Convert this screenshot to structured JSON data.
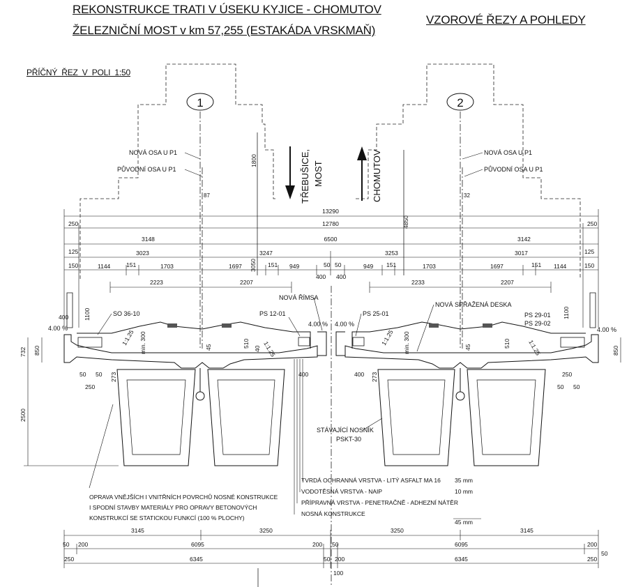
{
  "titles": {
    "line1": "REKONSTRUKCE TRATI V ÚSEKU KYJICE - CHOMUTOV",
    "line2": "ŽELEZNIČNÍ MOST v km 57,255 (ESTAKÁDA VRSKMAŇ)",
    "right": "VZOROVÉ ŘEZY A POHLEDY",
    "section": "PŘÍČNÝ ŘEZ V POLI    1:50"
  },
  "tracks": {
    "t1": "1",
    "t2": "2"
  },
  "axis_labels": {
    "new_axis": "NOVÁ OSA U P1",
    "orig_axis": "PŮVODNÍ OSA U P1",
    "off1": "87",
    "off2": "32"
  },
  "directions": {
    "trebusice1": "TŘEBUŠICE,",
    "trebusice2": "MOST",
    "chomutov": "CHOMUTOV"
  },
  "top_dims": {
    "d13290": "13290",
    "d12780": "12780",
    "d250": "250",
    "d3148": "3148",
    "d6500": "6500",
    "d3142": "3142",
    "d125": "125",
    "d3023": "3023",
    "d3247": "3247",
    "d3253": "3253",
    "d3017": "3017",
    "d150": "150",
    "d1144": "1144",
    "d151": "151",
    "d1703": "1703",
    "d1697": "1697",
    "d949": "949",
    "d50": "50",
    "d400": "400",
    "d2223": "2223",
    "d2207": "2207",
    "d2233": "2233",
    "d1800": "1800",
    "d4850": "4850",
    "d3050": "3050",
    "d1100": "1100"
  },
  "callouts": {
    "so": "SO 36-10",
    "ps12": "PS 12-01",
    "rimsa": "NOVÁ ŘÍMSA",
    "ps25": "PS 25-01",
    "deska": "NOVÁ SPŘAŽENÁ DESKA",
    "ps29a": "PS 29-01",
    "ps29b": "PS 29-02",
    "slope": "4.00 %",
    "nosnik1": "STÁVAJÍCÍ NOSNÍK",
    "nosnik2": "PSKT-30"
  },
  "structure_dims": {
    "d732": "732",
    "d850": "850",
    "d2500": "2500",
    "d273": "273",
    "d510": "510",
    "d45": "45",
    "d40": "40",
    "d300": "min. 300",
    "d125s": "1:1.25",
    "d400": "400"
  },
  "notes": {
    "repair1": "OPRAVA VNĚJŠÍCH I VNITŘNÍCH POVRCHŮ NOSNÉ KONSTRUKCE",
    "repair2": "I SPODNÍ STAVBY MATERIÁLY PRO OPRAVY BETONOVÝCH",
    "repair3": "KONSTRUKCÍ SE STATICKOU FUNKCÍ (100 % PLOCHY)",
    "layer1": "TVRDÁ OCHRANNÁ VRSTVA - LITÝ ASFALT MA 16",
    "layer1_t": "35 mm",
    "layer2": "VODOTĚSNÁ VRSTVA - NAIP",
    "layer2_t": "10 mm",
    "layer3": "PŘÍPRAVNÁ VRSTVA - PENETRAČNĚ - ADHEZNÍ NÁTĚR",
    "layer4": "NOSNÁ KONSTRUKCE",
    "total_t": "45 mm"
  },
  "bottom_dims": {
    "b3145": "3145",
    "b3250": "3250",
    "b50": "50",
    "b200": "200",
    "b6095": "6095",
    "b250": "250",
    "b6345": "6345",
    "b100": "100"
  }
}
